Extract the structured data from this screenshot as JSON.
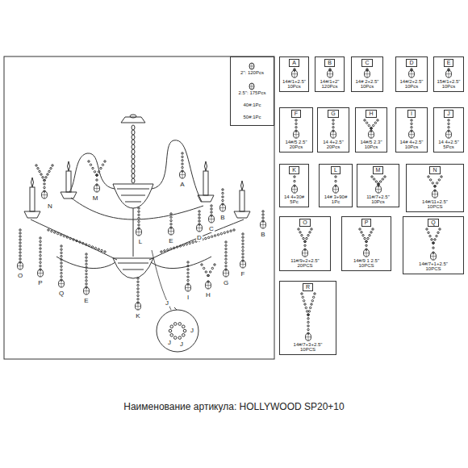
{
  "diagram": {
    "caption": "Наименование артикула: HOLLYWOOD SP20+10",
    "nodes": [
      {
        "text": [
          "2\": 120Pcs",
          "2.5\": 175Pcs",
          "40#:1Pc",
          "50#:1Pc"
        ]
      },
      {
        "text": [
          "A",
          "14#/1+2.5\"",
          "10Pcs"
        ]
      },
      {
        "text": [
          "B",
          "14#/1+2\"",
          "120Pcs"
        ]
      },
      {
        "text": [
          "C",
          "14# 2+2.5\"",
          "10Pcs"
        ]
      },
      {
        "text": [
          "D",
          "14#/2+2.5\"",
          "10Pcs"
        ]
      },
      {
        "text": [
          "E",
          "15#/1+2.5\"",
          "10Pcs"
        ]
      },
      {
        "text": [
          "F",
          "14#/5 2.5\"",
          "20Pcs"
        ]
      },
      {
        "text": [
          "G",
          "14 4+2.5\"",
          "20Pcs"
        ]
      },
      {
        "text": [
          "H",
          "14#/5 2.3\"",
          "10Pcs"
        ]
      },
      {
        "text": [
          "I",
          "14# 4+2.5\"",
          "10Pcs"
        ]
      },
      {
        "text": [
          "J",
          "14 4+2.5\"",
          "5Pcs"
        ]
      },
      {
        "text": [
          "K",
          "14 4+30#",
          "5Pc"
        ]
      },
      {
        "text": [
          "L",
          "14# 3+90#",
          "1Pc"
        ]
      },
      {
        "text": [
          "M",
          "11#/7+2.5\"",
          "10Pcs"
        ]
      },
      {
        "text": [
          "N",
          "14#/11+2.5\"",
          "10PCS"
        ]
      },
      {
        "text": [
          "O",
          "11#/9+2+2.5\"",
          "20PCS"
        ]
      },
      {
        "text": [
          "P",
          "14#/9 1 2.5\"",
          "10PCS"
        ]
      },
      {
        "text": [
          "Q",
          "14#/7+1+2.5\"",
          "10PCS"
        ]
      },
      {
        "text": [
          "R",
          "14#/7+3+2.5\"",
          "10PCS"
        ]
      }
    ],
    "labels": [
      "N",
      "M",
      "A",
      "B",
      "C",
      "D",
      "B",
      "E",
      "L",
      "F",
      "G",
      "H",
      "I",
      "J",
      "K",
      "O",
      "P",
      "Q",
      "E",
      "J",
      "J",
      "J"
    ]
  }
}
